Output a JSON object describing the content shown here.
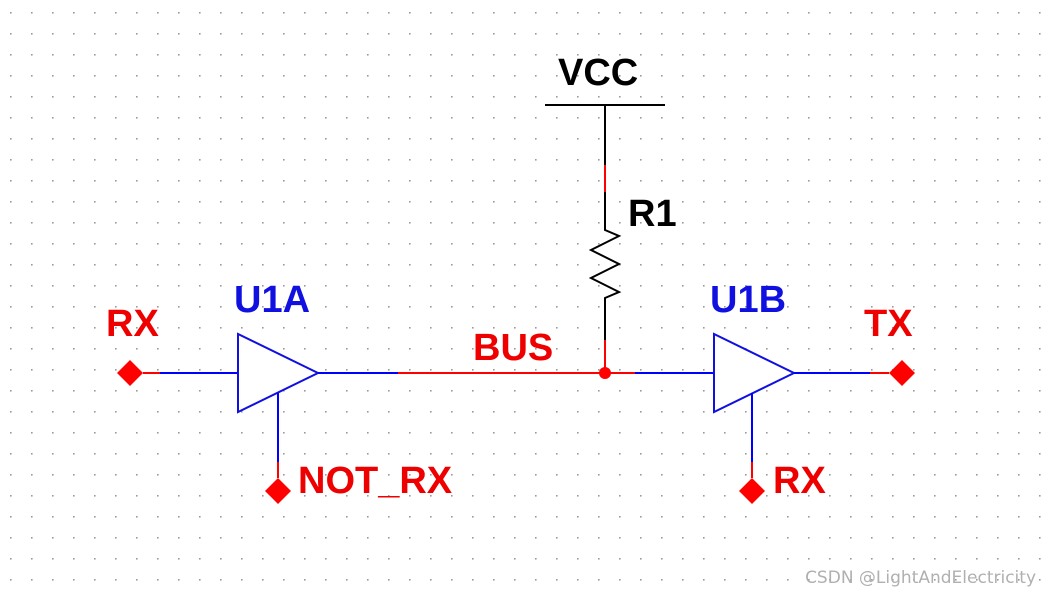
{
  "colors": {
    "wire_blue": "#0000ff",
    "net_red": "#ff0000",
    "label_red": "#ee0000",
    "part_blue": "#1010e0",
    "black": "#000000",
    "grid_dot": "#9a9a9a",
    "watermark": "#b0b0b0"
  },
  "labels": {
    "vcc": "VCC",
    "r1": "R1",
    "bus": "BUS",
    "u1a": "U1A",
    "u1b": "U1B",
    "rx_in": "RX",
    "not_rx": "NOT_RX",
    "rx_enable": "RX",
    "tx_out": "TX"
  },
  "watermark": "CSDN @LightAndElectricity"
}
